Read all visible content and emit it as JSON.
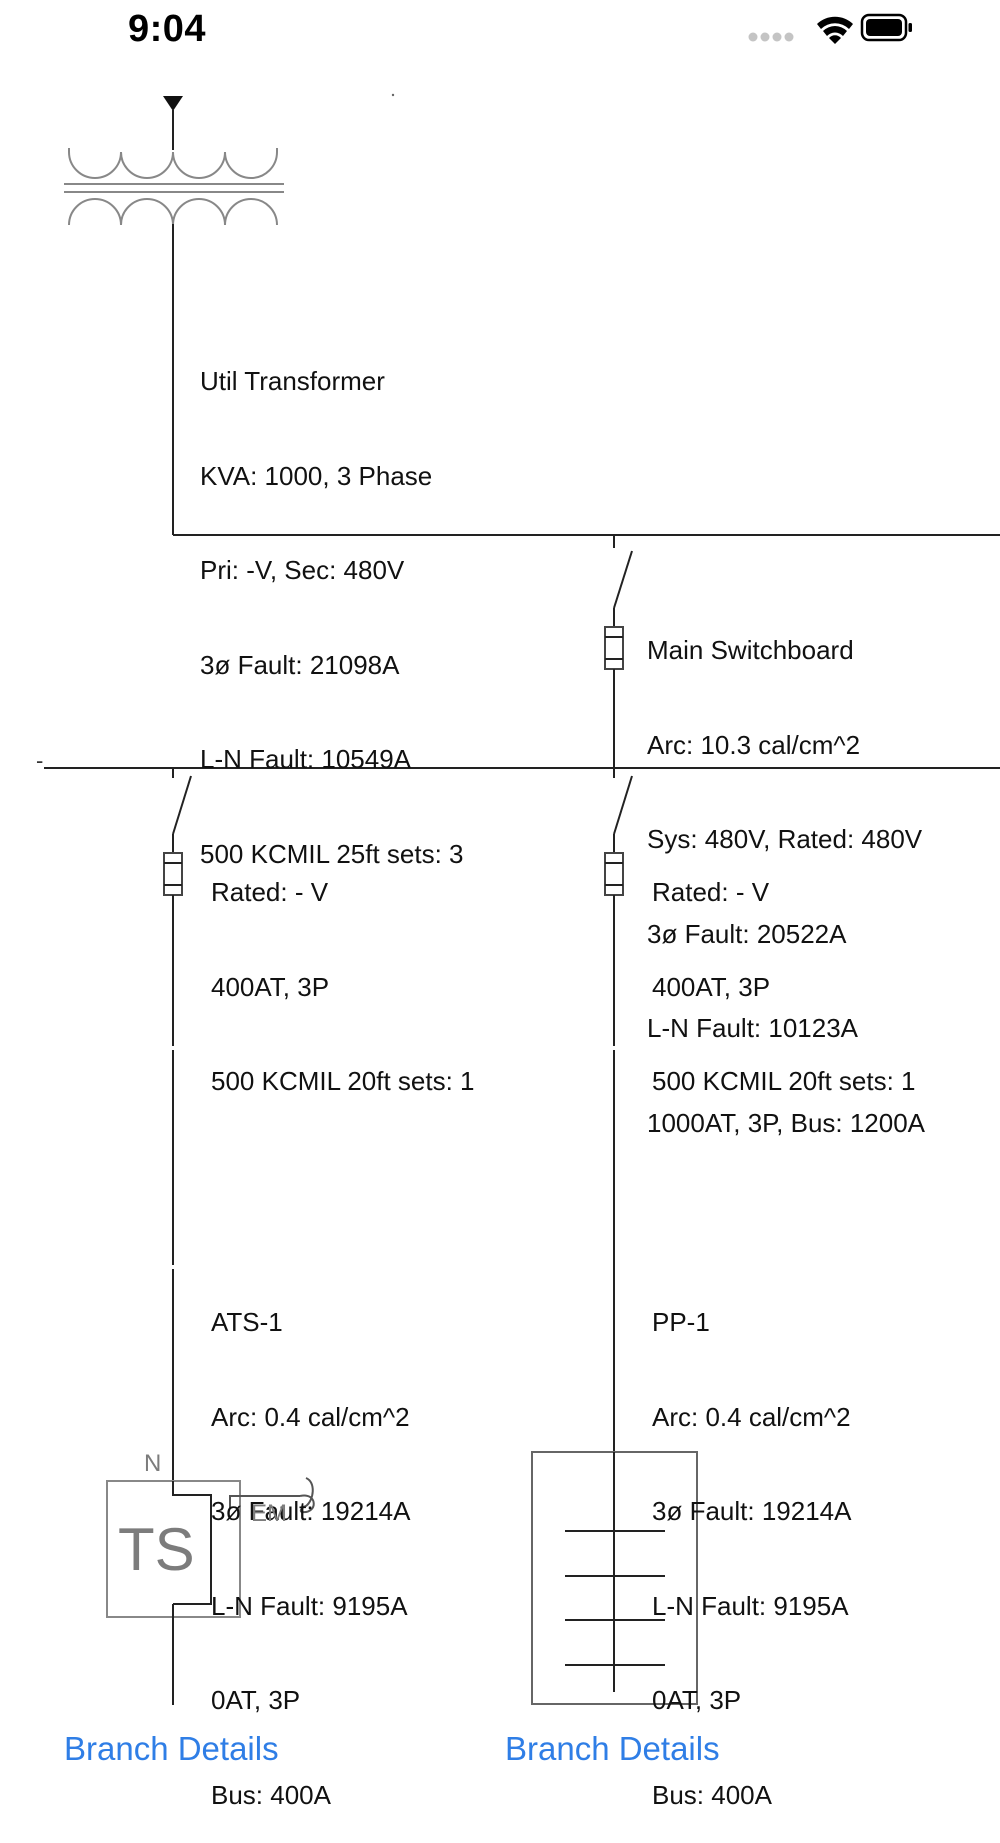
{
  "status_bar": {
    "time": "9:04",
    "signal_icon": "cellular-signal-icon",
    "wifi_icon": "wifi-icon",
    "battery_icon": "battery-icon"
  },
  "transformer": {
    "icon": "transformer-icon",
    "lines": [
      "Util Transformer",
      "KVA: 1000, 3 Phase",
      "Pri: -V, Sec: 480V",
      "3ø Fault: 21098A",
      "L-N Fault: 10549A",
      "500 KCMIL 25ft sets: 3"
    ]
  },
  "main_switchboard": {
    "icon": "breaker-fuse-icon",
    "lines": [
      "Main Switchboard",
      "Arc: 10.3 cal/cm^2",
      "Sys: 480V, Rated: 480V",
      "3ø Fault: 20522A",
      "L-N Fault: 10123A",
      "1000AT, 3P, Bus: 1200A"
    ]
  },
  "bus_marker": "-",
  "branches": [
    {
      "feeder_lines": [
        "Rated: - V",
        "400AT, 3P",
        "500 KCMIL 20ft sets: 1"
      ],
      "equipment_lines": [
        "ATS-1",
        "Arc: 0.4 cal/cm^2",
        "3ø Fault: 19214A",
        "L-N Fault: 9195A",
        "0AT, 3P",
        "Bus: 400A"
      ],
      "equipment_icon": "transfer-switch-icon",
      "ts_label": "TS",
      "normal_label": "N",
      "emergency_label": "EM",
      "link": "Branch Details"
    },
    {
      "feeder_lines": [
        "Rated: - V",
        "400AT, 3P",
        "500 KCMIL 20ft sets: 1"
      ],
      "equipment_lines": [
        "PP-1",
        "Arc: 0.4 cal/cm^2",
        "3ø Fault: 19214A",
        "L-N Fault: 9195A",
        "0AT, 3P",
        "Bus: 400A"
      ],
      "equipment_icon": "panelboard-icon",
      "link": "Branch Details"
    }
  ]
}
